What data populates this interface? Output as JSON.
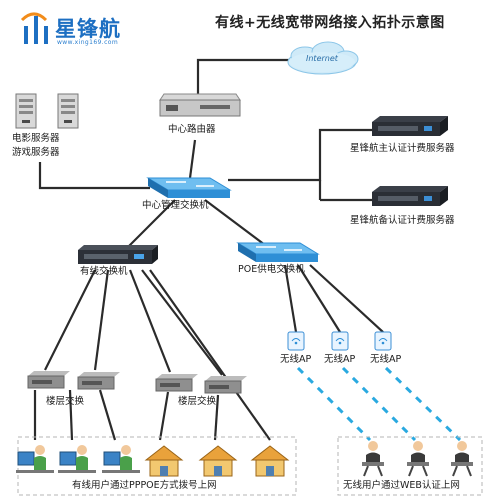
{
  "header": {
    "brand": "星锋航",
    "url": "www.xing169.com",
    "title": "有线+无线宽带网络接入拓扑示意图"
  },
  "nodes": {
    "internet": "Internet",
    "router": "中心路由器",
    "servers_left_1": "电影服务器",
    "servers_left_2": "游戏服务器",
    "auth_primary": "星锋航主认证计费服务器",
    "auth_backup": "星锋航备认证计费服务器",
    "core_switch": "中心管理交换机",
    "wired_switch": "有线交换机",
    "poe_switch": "POE供电交换机",
    "floor_switch_left": "楼层交换",
    "floor_switch_right": "楼层交换",
    "ap_1": "无线AP",
    "ap_2": "无线AP",
    "ap_3": "无线AP"
  },
  "footer": {
    "wired_users": "有线用户通过PPPOE方式拨号上网",
    "wireless_users": "无线用户通过WEB认证上网"
  },
  "colors": {
    "brand": "#1d6fc2",
    "wire": "#2b2b2b",
    "wireless_link": "#29a9e0",
    "switch_blue": "#2e8fd6",
    "house_wall": "#f2c870"
  }
}
